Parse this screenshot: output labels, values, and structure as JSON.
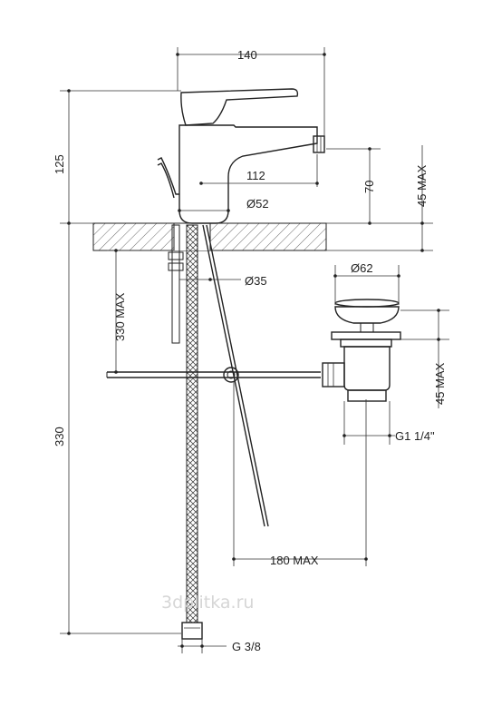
{
  "drawing": {
    "dimensions": {
      "width_top": "140",
      "height_left": "125",
      "spout_reach": "112",
      "spout_height": "70",
      "deck_max": "45 MAX",
      "base_diameter": "Ø52",
      "hole_diameter": "Ø35",
      "below_deck_max": "330 MAX",
      "hose_length": "330",
      "waste_diameter": "Ø62",
      "waste_max": "45 MAX",
      "waste_thread": "G1 1/4\"",
      "rod_max": "180 MAX",
      "hose_thread": "G 3/8"
    },
    "watermark": "3dplitka.ru"
  }
}
